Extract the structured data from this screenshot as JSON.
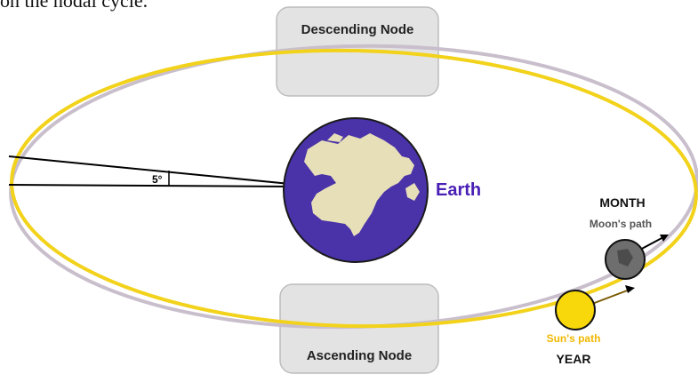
{
  "header_fragment": "on the nodal cycle.",
  "labels": {
    "descending_node": "Descending Node",
    "ascending_node": "Ascending Node",
    "earth": "Earth",
    "angle": "5°",
    "month": "MONTH",
    "moons_path": "Moon's path",
    "suns_path": "Sun's path",
    "year": "YEAR"
  },
  "colors": {
    "sun_orbit": "#f2d21a",
    "moon_orbit": "#c9bfcc",
    "node_box": "#e3e3e3",
    "earth_ocean": "#4a32a8",
    "earth_land": "#e6dfb8",
    "earth_label": "#4a1fb5",
    "moon": "#6e6e6e",
    "sun": "#f8d80a",
    "suns_path_label": "#f0b800"
  }
}
